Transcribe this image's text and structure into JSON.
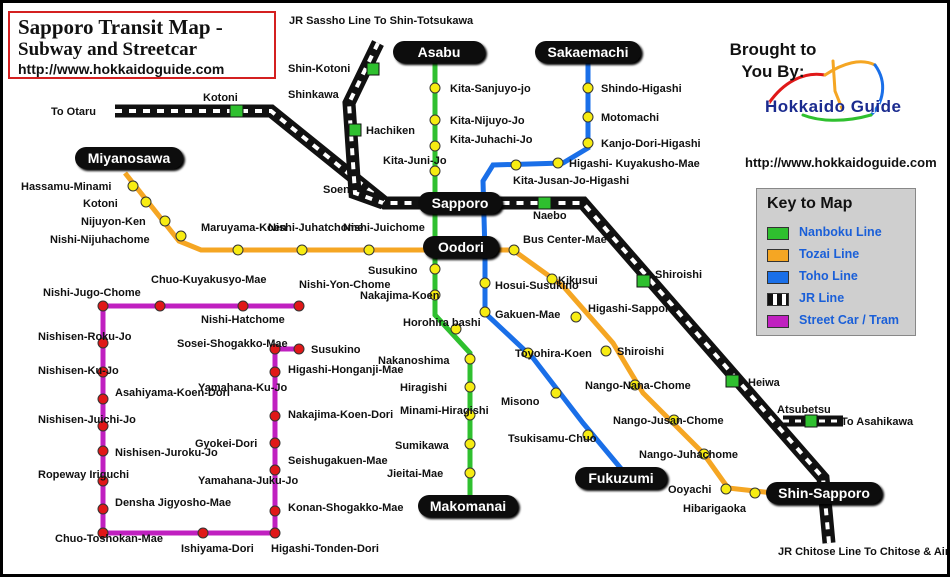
{
  "title": {
    "line1": "Sapporo Transit Map -",
    "line2": "Subway and Streetcar",
    "url": "http://www.hokkaidoguide.com"
  },
  "sponsor": {
    "brought_by": "Brought to You By:",
    "logo_text": "Hokkaido Guide",
    "url": "http://www.hokkaidoguide.com"
  },
  "legend": {
    "title": "Key to Map",
    "items": [
      {
        "label": "Nanboku Line",
        "color": "#2fc02f",
        "style": "solid"
      },
      {
        "label": "Tozai Line",
        "color": "#f5a623",
        "style": "solid"
      },
      {
        "label": "Toho Line",
        "color": "#1a6fe8",
        "style": "solid"
      },
      {
        "label": "JR Line",
        "color": "#111111",
        "style": "dashed"
      },
      {
        "label": "Street Car / Tram",
        "color": "#c020c0",
        "style": "solid"
      }
    ]
  },
  "colors": {
    "nanboku": "#2fc02f",
    "tozai": "#f5a623",
    "toho": "#1a6fe8",
    "jr": "#111111",
    "tram": "#c020c0",
    "station_yellow": "#f7ec12",
    "station_red": "#e01818"
  },
  "terminals": [
    "Asabu",
    "Sakaemachi",
    "Miyanosawa",
    "Sapporo",
    "Oodori",
    "Makomanai",
    "Fukuzumi",
    "Shin-Sapporo"
  ],
  "jr_notes": {
    "sassho": "JR Sassho Line  To Shin-Totsukawa",
    "to_otaru": "To Otaru",
    "to_asahikawa": "To Asahikawa",
    "chitose": "JR Chitose Line To Chitose & Airport"
  },
  "jr_stations": [
    "Kotoni",
    "Shin-Kotoni",
    "Shinkawa",
    "Hachiken",
    "Soen",
    "Naebo",
    "Shiroishi",
    "Heiwa",
    "Atsubetsu"
  ],
  "stations": {
    "nanboku": [
      "Kita-Sanjuyo-jo",
      "Kita-Nijuyo-Jo",
      "Kita-Juhachi-Jo",
      "Kita-Juni-Jo",
      "Susukino",
      "Nakajima-Koen",
      "Horohira bashi",
      "Nakanoshima",
      "Hiragishi",
      "Minami-Hiragishi",
      "Sumikawa",
      "Jieitai-Mae"
    ],
    "toho": [
      "Shindo-Higashi",
      "Motomachi",
      "Kanjo-Dori-Higashi",
      "Higashi- Kuyakusho-Mae",
      "Kita-Jusan-Jo-Higashi",
      "Hosui-Susukino",
      "Gakuen-Mae",
      "Toyohira-Koen",
      "Misono",
      "Tsukisamu-Chuo"
    ],
    "tozai": [
      "Hassamu-Minami",
      "Kotoni",
      "Nijuyon-Ken",
      "Nishi-Nijuhachome",
      "Maruyama-Koen",
      "Nishi-Juhatchome",
      "Nishi-Juichome",
      "Bus Center-Mae",
      "Kikusui",
      "Higashi-Sapporo",
      "Shiroishi",
      "Nango-Nana-Chome",
      "Nango-Jusan-Chome",
      "Nango-Juhachome",
      "Ooyachi",
      "Hibarigaoka"
    ],
    "tram": [
      "Nishi-Jugo-Chome",
      "Chuo-Kuyakusyo-Mae",
      "Nishi-Hatchome",
      "Nishi-Yon-Chome",
      "Susukino",
      "Sosei-Shogakko-Mae",
      "Higashi-Honganji-Mae",
      "Nishisen-Roku-Jo",
      "Nishisen-Ku-Jo",
      "Asahiyama-Koen-Dori",
      "Yamahana-Ku-Jo",
      "Nishisen-Juichi-Jo",
      "Nakajima-Koen-Dori",
      "Gyokei-Dori",
      "Nishisen-Juroku-Jo",
      "Seishugakuen-Mae",
      "Ropeway Iriguchi",
      "Yamahana-Juku-Jo",
      "Densha Jigyosho-Mae",
      "Konan-Shogakko-Mae",
      "Chuo-Toshokan-Mae",
      "Ishiyama-Dori",
      "Higashi-Tonden-Dori"
    ]
  }
}
